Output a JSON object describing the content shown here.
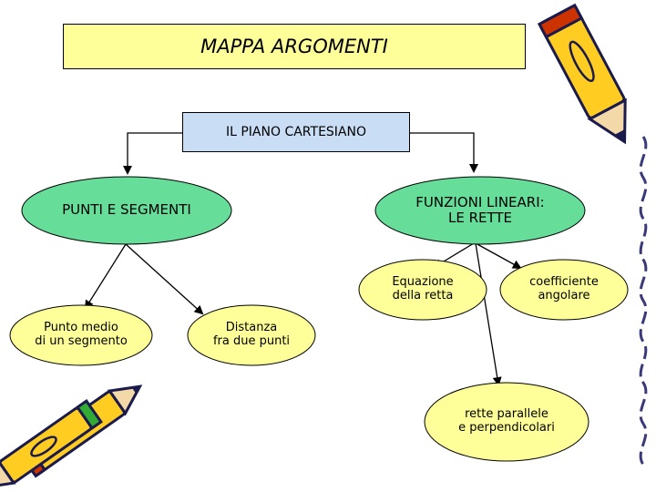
{
  "diagram": {
    "title": "MAPPA ARGOMENTI",
    "root": "IL PIANO CARTESIANO",
    "branches": {
      "left": "PUNTI E SEGMENTI",
      "right": "FUNZIONI LINEARI:\nLE RETTE"
    },
    "leaves": {
      "midpoint": "Punto medio\ndi un segmento",
      "distance": "Distanza\nfra due punti",
      "equation": "Equazione\ndella retta",
      "slope": "coefficiente\nangolare",
      "parallel": "rette parallele\ne perpendicolari"
    }
  },
  "colors": {
    "title_fill": "#ffff99",
    "root_fill": "#c9ddf5",
    "branch_fill": "#66dd99",
    "leaf_fill": "#ffff99",
    "pencil_body": "#ffcc22",
    "pencil_tip": "#cc3300",
    "pencil_outline": "#1a1a4d"
  },
  "decorations": [
    "pencil-icon",
    "pencils-icon",
    "wavy-border"
  ]
}
